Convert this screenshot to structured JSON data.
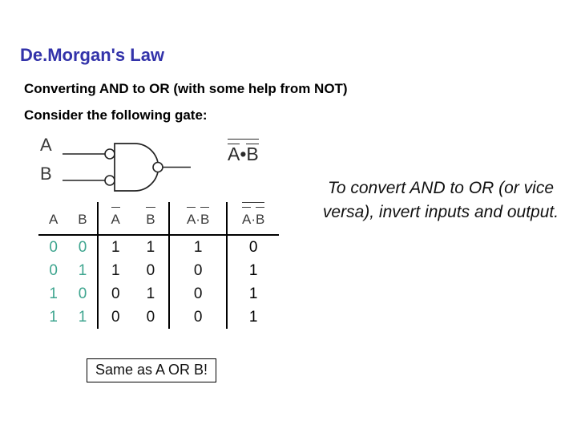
{
  "slide": {
    "title": "De.Morgan's Law",
    "body_lines": [
      "Converting AND to OR (with some help from NOT)",
      "Consider the following gate:"
    ],
    "side_note": "To convert AND to OR (or vice versa), invert inputs and output.",
    "callout": "Same as A OR B!",
    "colors": {
      "title": "#3333aa",
      "input_digits": "#3ea58f",
      "text": "#000000",
      "table_rule": "#000000"
    }
  },
  "gate": {
    "type": "AND gate with inverted inputs and inverted output",
    "input_labels": [
      "A",
      "B"
    ],
    "output_expression": {
      "left_operand": "A",
      "operator": "•",
      "right_operand": "B",
      "left_bar": true,
      "right_bar": true,
      "outer_bar": true
    }
  },
  "truth_table": {
    "headers": [
      {
        "text": "A",
        "bar": false,
        "style": "plain"
      },
      {
        "text": "B",
        "bar": false,
        "style": "plain"
      },
      {
        "text": "A",
        "bar": true,
        "style": "plain"
      },
      {
        "text": "B",
        "bar": true,
        "style": "plain"
      },
      {
        "text": "A · B",
        "bar": false,
        "style": "each-bar"
      },
      {
        "text": "A · B",
        "bar": true,
        "style": "each-bar-plus-outer"
      }
    ],
    "header_labels": {
      "a": "A",
      "b": "B",
      "not_a": "A",
      "not_b": "B",
      "and_left": "A",
      "and_dot": "·",
      "and_right": "B",
      "out_left": "A",
      "out_dot": "·",
      "out_right": "B"
    },
    "rows": [
      {
        "a": "0",
        "b": "0",
        "not_a": "1",
        "not_b": "1",
        "and": "1",
        "out": "0"
      },
      {
        "a": "0",
        "b": "1",
        "not_a": "1",
        "not_b": "0",
        "and": "0",
        "out": "1"
      },
      {
        "a": "1",
        "b": "0",
        "not_a": "0",
        "not_b": "1",
        "and": "0",
        "out": "1"
      },
      {
        "a": "1",
        "b": "1",
        "not_a": "0",
        "not_b": "0",
        "and": "0",
        "out": "1"
      }
    ]
  }
}
